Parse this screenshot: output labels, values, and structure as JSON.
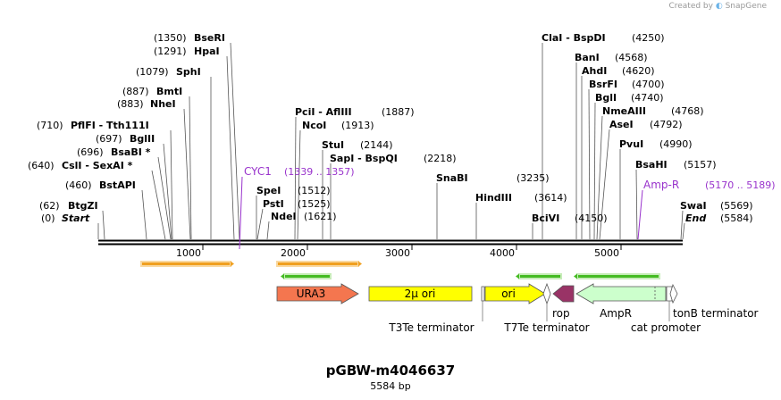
{
  "brand": {
    "prefix": "Created by",
    "name": "SnapGene"
  },
  "plasmid": {
    "name": "pGBW-m4046637",
    "length_label": "5584 bp",
    "length": 5584
  },
  "ruler_ticks": [
    {
      "pos": 1000,
      "label": "1000"
    },
    {
      "pos": 2000,
      "label": "2000"
    },
    {
      "pos": 3000,
      "label": "3000"
    },
    {
      "pos": 4000,
      "label": "4000"
    },
    {
      "pos": 5000,
      "label": "5000"
    }
  ],
  "sites": [
    {
      "name": "BseRI",
      "pos": "(1350)",
      "bp": 1350
    },
    {
      "name": "HpaI",
      "pos": "(1291)",
      "bp": 1291
    },
    {
      "name": "SphI",
      "pos": "(1079)",
      "bp": 1079
    },
    {
      "name": "BmtI",
      "pos": "(887)",
      "bp": 887
    },
    {
      "name": "NheI",
      "pos": "(883)",
      "bp": 883
    },
    {
      "name": "PflFI  -  Tth111I",
      "pos": "(710)",
      "bp": 710
    },
    {
      "name": "BglII",
      "pos": "(697)",
      "bp": 697
    },
    {
      "name": "BsaBI *",
      "pos": "(696)",
      "bp": 696
    },
    {
      "name": "CslI  -  SexAI *",
      "pos": "(640)",
      "bp": 640
    },
    {
      "name": "BstAPI",
      "pos": "(460)",
      "bp": 460
    },
    {
      "name": "BtgZI",
      "pos": "(62)",
      "bp": 62
    },
    {
      "name": "Start",
      "pos": "(0)",
      "bp": 0,
      "italic": true
    },
    {
      "name": "PciI  -  AflIII",
      "pos": "(1887)",
      "bp": 1887
    },
    {
      "name": "NcoI",
      "pos": "(1913)",
      "bp": 1913
    },
    {
      "name": "StuI",
      "pos": "(2144)",
      "bp": 2144
    },
    {
      "name": "SapI  -  BspQI",
      "pos": "(2218)",
      "bp": 2218
    },
    {
      "name": "SpeI",
      "pos": "(1512)",
      "bp": 1512
    },
    {
      "name": "PstI",
      "pos": "(1525)",
      "bp": 1525
    },
    {
      "name": "NdeI",
      "pos": "(1621)",
      "bp": 1621
    },
    {
      "name": "SnaBI",
      "pos": "(3235)",
      "bp": 3235
    },
    {
      "name": "HindIII",
      "pos": "(3614)",
      "bp": 3614
    },
    {
      "name": "BciVI",
      "pos": "(4150)",
      "bp": 4150
    },
    {
      "name": "ClaI  -  BspDI",
      "pos": "(4250)",
      "bp": 4250
    },
    {
      "name": "BanI",
      "pos": "(4568)",
      "bp": 4568
    },
    {
      "name": "AhdI",
      "pos": "(4620)",
      "bp": 4620
    },
    {
      "name": "BsrFI",
      "pos": "(4700)",
      "bp": 4700
    },
    {
      "name": "BglI",
      "pos": "(4740)",
      "bp": 4740
    },
    {
      "name": "NmeAIII",
      "pos": "(4768)",
      "bp": 4768
    },
    {
      "name": "AseI",
      "pos": "(4792)",
      "bp": 4792
    },
    {
      "name": "PvuI",
      "pos": "(4990)",
      "bp": 4990
    },
    {
      "name": "BsaHI",
      "pos": "(5157)",
      "bp": 5157
    },
    {
      "name": "SwaI",
      "pos": "(5569)",
      "bp": 5569
    },
    {
      "name": "End",
      "pos": "(5584)",
      "bp": 5584,
      "italic": true
    }
  ],
  "feature_labels_purple": [
    {
      "name": "CYC1",
      "range": "(1339 .. 1357)"
    },
    {
      "name": "Amp-R",
      "range": "(5170 .. 5189)"
    }
  ],
  "features": [
    {
      "name": "URA3",
      "kind": "gene",
      "color": "#f4764f"
    },
    {
      "name": "2μ ori",
      "kind": "origin",
      "color": "#ffff00"
    },
    {
      "name": "ori",
      "kind": "origin",
      "color": "#ffff00"
    },
    {
      "name": "T3Te terminator",
      "kind": "terminator"
    },
    {
      "name": "T7Te terminator",
      "kind": "terminator"
    },
    {
      "name": "rop",
      "kind": "gene",
      "color": "#993366"
    },
    {
      "name": "AmpR",
      "kind": "gene",
      "color": "#ccffcc"
    },
    {
      "name": "cat promoter",
      "kind": "promoter"
    },
    {
      "name": "tonB terminator",
      "kind": "terminator"
    }
  ],
  "colors": {
    "purple_label": "#9933cc",
    "orf_orange": "#f0a020",
    "orf_green": "#44bb22",
    "backbone": "#000000"
  }
}
